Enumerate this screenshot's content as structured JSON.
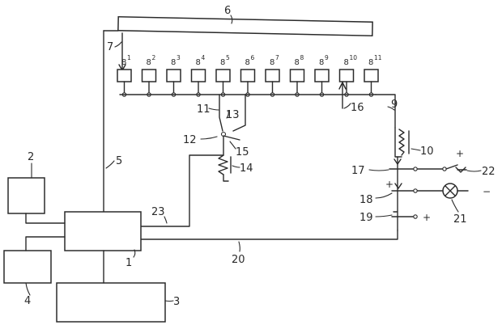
{
  "diagram": {
    "labels": {
      "n1": "1",
      "n2": "2",
      "n3": "3",
      "n4": "4",
      "n5": "5",
      "n6": "6",
      "n7": "7",
      "n9": "9",
      "n10": "10",
      "n11": "11",
      "n12": "12",
      "n13": "13",
      "n14": "14",
      "n15": "15",
      "n16": "16",
      "n17": "17",
      "n18": "18",
      "n19": "19",
      "n20": "20",
      "n21": "21",
      "n22": "22",
      "n23": "23"
    },
    "units": [
      {
        "base": "8",
        "sup": "1"
      },
      {
        "base": "8",
        "sup": "2"
      },
      {
        "base": "8",
        "sup": "3"
      },
      {
        "base": "8",
        "sup": "4"
      },
      {
        "base": "8",
        "sup": "5"
      },
      {
        "base": "8",
        "sup": "6"
      },
      {
        "base": "8",
        "sup": "7"
      },
      {
        "base": "8",
        "sup": "8"
      },
      {
        "base": "8",
        "sup": "9"
      },
      {
        "base": "8",
        "sup": "10"
      },
      {
        "base": "8",
        "sup": "11"
      }
    ],
    "symbols": {
      "plus": "+",
      "minus": "−"
    }
  }
}
